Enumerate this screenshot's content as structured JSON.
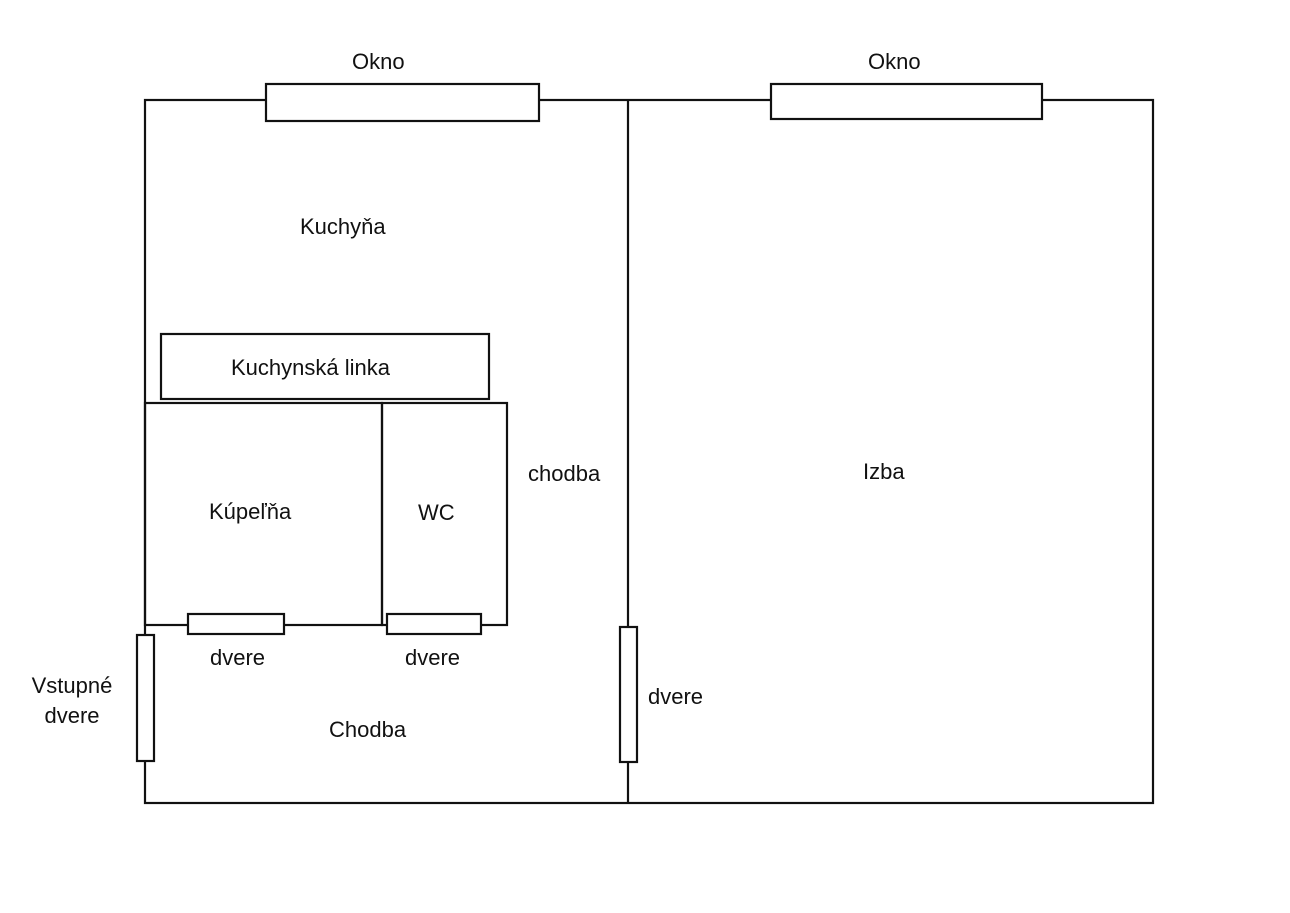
{
  "colors": {
    "line": "#111111",
    "background": "#ffffff"
  },
  "labels": {
    "window_left": "Okno",
    "window_right": "Okno",
    "kitchen": "Kuchyňa",
    "kitchen_counter": "Kuchynská linka",
    "bathroom": "Kúpeľňa",
    "wc": "WC",
    "corridor_small": "chodba",
    "room": "Izba",
    "bathroom_door": "dvere",
    "wc_door": "dvere",
    "room_door": "dvere",
    "entrance_door_line1": "Vstupné",
    "entrance_door_line2": "dvere",
    "hallway": "Chodba"
  }
}
